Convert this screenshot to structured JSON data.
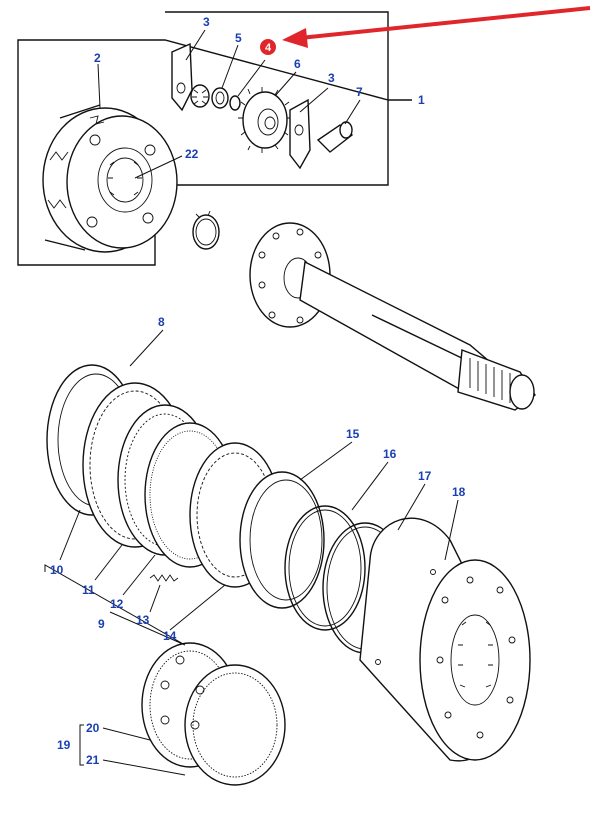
{
  "diagram": {
    "accent_color": "#e0252b",
    "label_color": "#1a3fb0",
    "highlight_label": "4",
    "labels": {
      "l1": "1",
      "l2": "2",
      "l3a": "3",
      "l3b": "3",
      "l5": "5",
      "l6": "6",
      "l7": "7",
      "l8": "8",
      "l9": "9",
      "l10": "10",
      "l11": "11",
      "l12": "12",
      "l13": "13",
      "l14": "14",
      "l15": "15",
      "l16": "16",
      "l17": "17",
      "l18": "18",
      "l19": "19",
      "l20": "20",
      "l21": "21",
      "l22": "22"
    }
  }
}
